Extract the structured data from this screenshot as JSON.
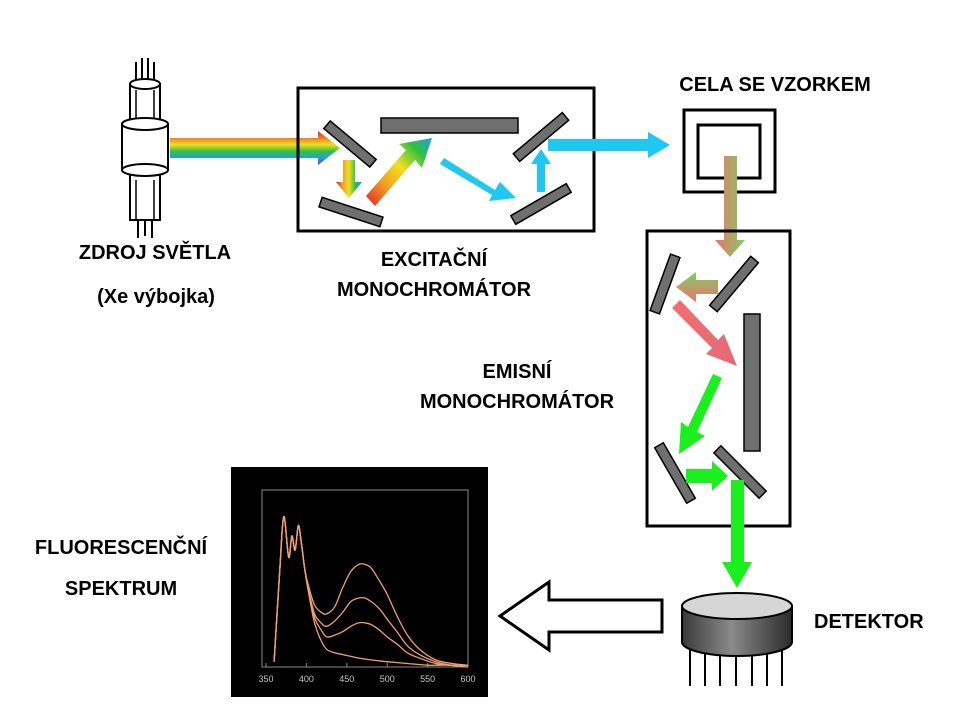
{
  "labels": {
    "source_line1": "ZDROJ SVĚTLA",
    "source_line2": "(Xe výbojka)",
    "excitation_line1": "EXCITAČNÍ",
    "excitation_line2": "MONOCHROMÁTOR",
    "sample_cell": "CELA SE VZORKEM",
    "emission_line1": "EMISNÍ",
    "emission_line2": "MONOCHROMÁTOR",
    "detector": "DETEKTOR",
    "spectrum_line1": "FLUORESCENČNÍ",
    "spectrum_line2": "SPEKTRUM"
  },
  "colors": {
    "mirror": "#6f6f6f",
    "beam_blue": "#1ec8f0",
    "beam_green": "#19f01e",
    "spectrum_bg": "#000000",
    "spectrum_curve": "#f0a070"
  },
  "chart_data": {
    "type": "line",
    "title": "",
    "xlabel": "",
    "ylabel": "",
    "xlim": [
      345,
      600
    ],
    "ylim": [
      0,
      1.0
    ],
    "x_ticks": [
      "350",
      "400",
      "450",
      "500",
      "550",
      "600"
    ],
    "x_tick_values": [
      350,
      400,
      450,
      500,
      550,
      600
    ],
    "series": [
      {
        "x": [
          360,
          367,
          372,
          378,
          382,
          386,
          390,
          394,
          398,
          403,
          410,
          418,
          425,
          435,
          445,
          455,
          465,
          472,
          480,
          490,
          500,
          512,
          525,
          540,
          560,
          580,
          600
        ],
        "values": [
          0.03,
          0.55,
          0.85,
          0.62,
          0.74,
          0.66,
          0.8,
          0.69,
          0.55,
          0.45,
          0.35,
          0.31,
          0.3,
          0.34,
          0.45,
          0.54,
          0.58,
          0.58,
          0.56,
          0.49,
          0.41,
          0.29,
          0.18,
          0.1,
          0.04,
          0.02,
          0.01
        ]
      },
      {
        "x": [
          360,
          367,
          372,
          378,
          382,
          386,
          390,
          394,
          398,
          403,
          410,
          418,
          425,
          435,
          445,
          455,
          465,
          472,
          480,
          490,
          500,
          512,
          525,
          540,
          560,
          580,
          600
        ],
        "values": [
          0.03,
          0.55,
          0.85,
          0.62,
          0.74,
          0.66,
          0.8,
          0.69,
          0.55,
          0.43,
          0.3,
          0.25,
          0.23,
          0.26,
          0.31,
          0.37,
          0.39,
          0.39,
          0.37,
          0.33,
          0.27,
          0.2,
          0.12,
          0.07,
          0.03,
          0.01,
          0.01
        ]
      },
      {
        "x": [
          360,
          367,
          372,
          378,
          382,
          386,
          390,
          394,
          398,
          403,
          410,
          418,
          425,
          435,
          445,
          455,
          465,
          472,
          480,
          490,
          500,
          512,
          525,
          540,
          560,
          580,
          600
        ],
        "values": [
          0.03,
          0.55,
          0.85,
          0.62,
          0.74,
          0.66,
          0.8,
          0.69,
          0.55,
          0.42,
          0.28,
          0.21,
          0.17,
          0.18,
          0.2,
          0.23,
          0.25,
          0.25,
          0.24,
          0.21,
          0.17,
          0.13,
          0.08,
          0.05,
          0.02,
          0.01,
          0.01
        ]
      },
      {
        "x": [
          360,
          367,
          372,
          378,
          382,
          386,
          390,
          394,
          398,
          403,
          410,
          418,
          425,
          435,
          445,
          455,
          465,
          480,
          500,
          525,
          550,
          575,
          600
        ],
        "values": [
          0.03,
          0.55,
          0.85,
          0.62,
          0.74,
          0.66,
          0.8,
          0.69,
          0.55,
          0.41,
          0.25,
          0.15,
          0.1,
          0.08,
          0.07,
          0.06,
          0.05,
          0.04,
          0.03,
          0.02,
          0.01,
          0.01,
          0.0
        ]
      }
    ]
  }
}
